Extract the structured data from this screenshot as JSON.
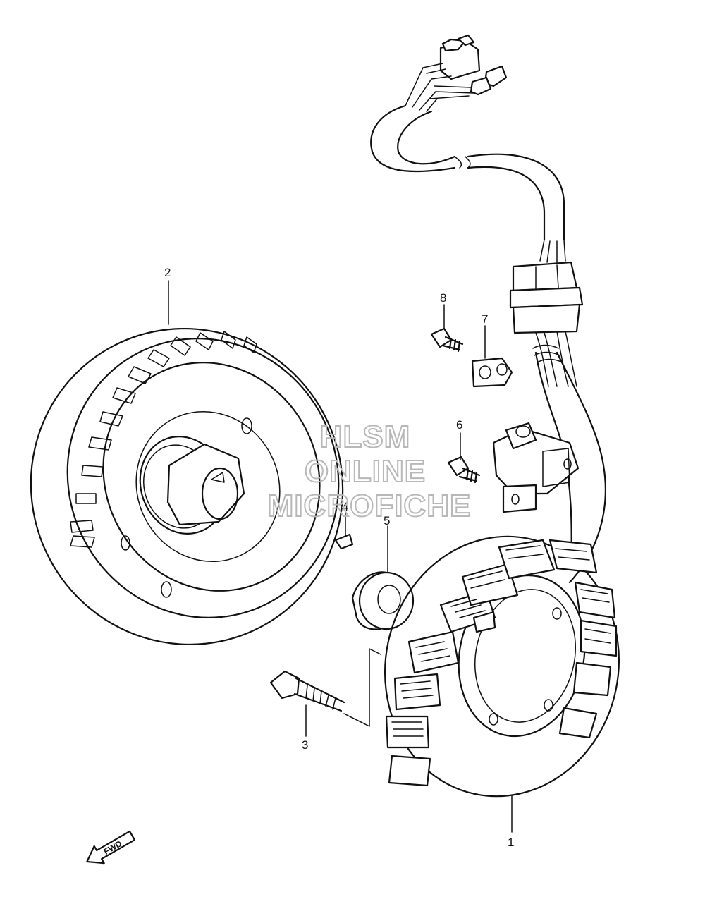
{
  "watermark": {
    "line1": "HLSM",
    "line2": "ONLINE",
    "line3": "MICROFICHE",
    "color": "#b8b8b8"
  },
  "callouts": [
    {
      "id": "1",
      "part": "stator"
    },
    {
      "id": "2",
      "part": "rotor"
    },
    {
      "id": "3",
      "part": "bolt"
    },
    {
      "id": "4",
      "part": "key"
    },
    {
      "id": "5",
      "part": "bushing"
    },
    {
      "id": "6",
      "part": "screw"
    },
    {
      "id": "7",
      "part": "clamp"
    },
    {
      "id": "8",
      "part": "screw"
    }
  ],
  "direction_marker": {
    "label": "FWD",
    "icon": "arrow-left-down-icon"
  },
  "colors": {
    "ink": "#111111",
    "background": "#ffffff"
  }
}
